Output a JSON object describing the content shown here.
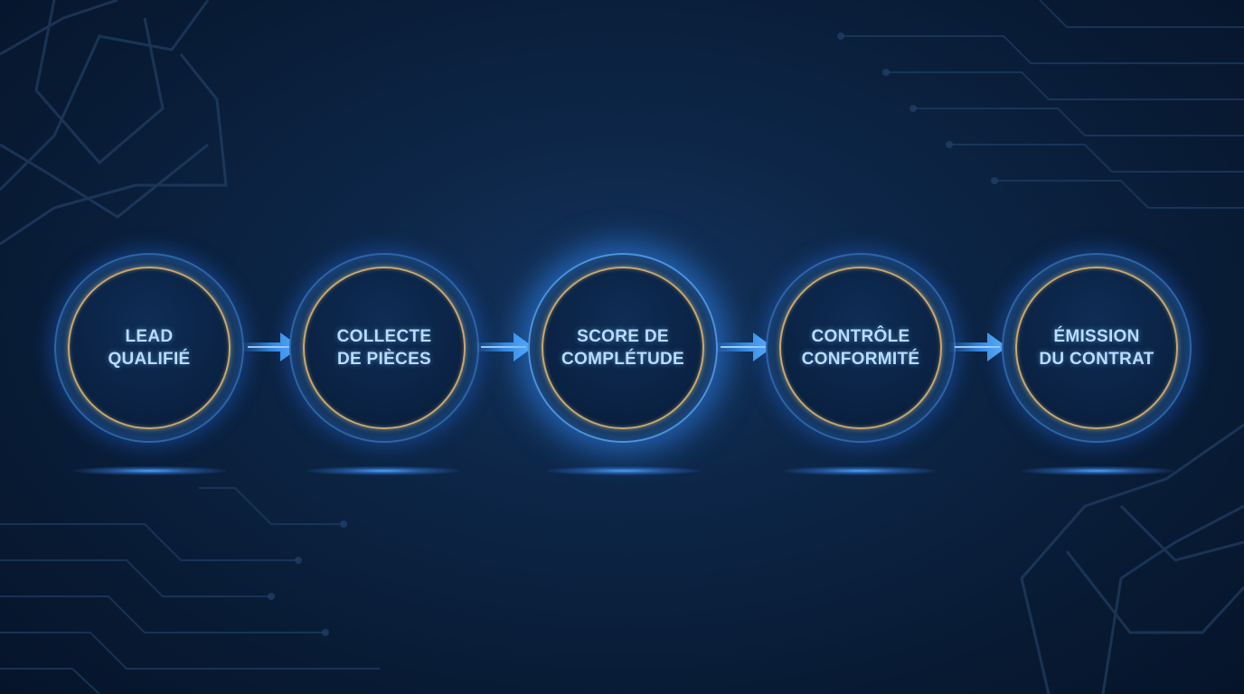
{
  "steps": [
    {
      "label": "LEAD\nQUALIFIÉ",
      "highlight": false
    },
    {
      "label": "COLLECTE\nDE PIÈCES",
      "highlight": false
    },
    {
      "label": "SCORE DE\nCOMPLÉTUDE",
      "highlight": true
    },
    {
      "label": "CONTRÔLE\nCONFORMITÉ",
      "highlight": false
    },
    {
      "label": "ÉMISSION\nDU CONTRAT",
      "highlight": false
    }
  ],
  "colors": {
    "background": "#0c2444",
    "accent_blue": "#3a9bff",
    "ring_gold": "#c9a86a",
    "text": "#b9ddff"
  },
  "icons": [
    "arrow-right-icon"
  ]
}
